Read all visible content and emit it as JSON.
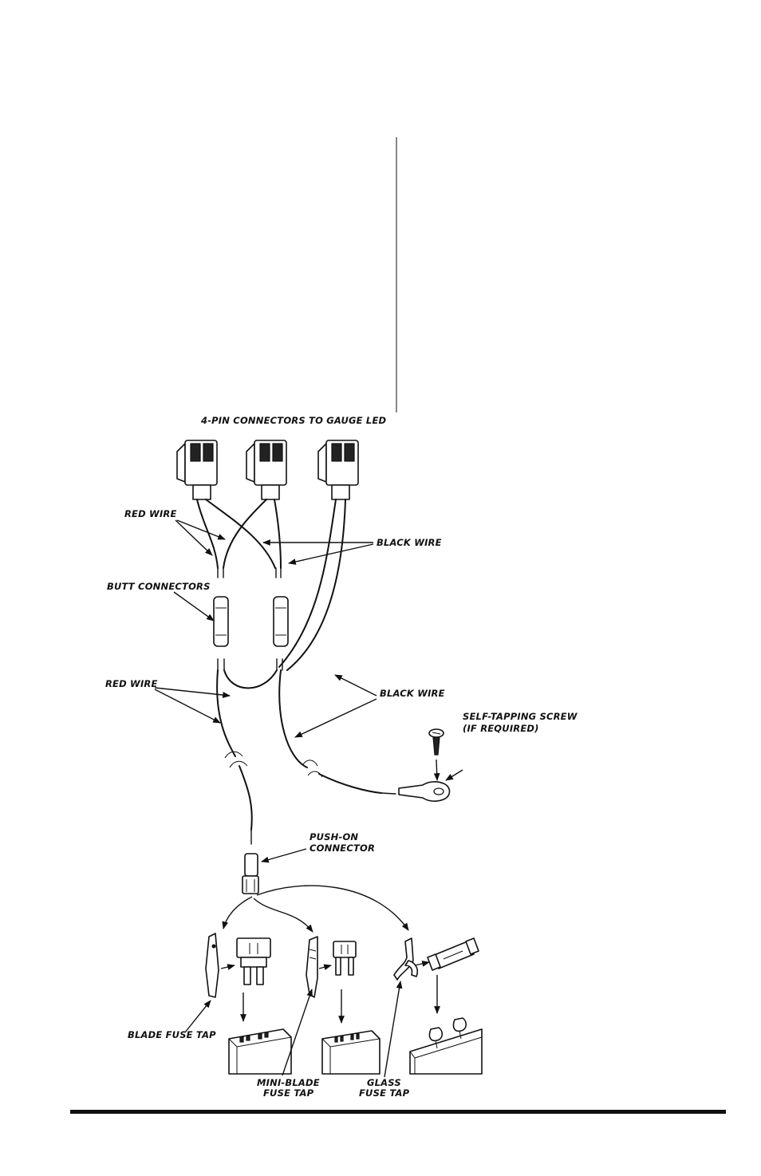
{
  "labels": {
    "four_pin": "4-PIN CONNECTORS TO GAUGE LED",
    "red_wire_top": "RED WIRE",
    "black_wire_top": "BLACK WIRE",
    "butt_connectors": "BUTT CONNECTORS",
    "red_wire_mid": "RED WIRE",
    "black_wire_mid": "BLACK WIRE",
    "screw_line1": "SELF-TAPPING SCREW",
    "screw_line2": "(IF REQUIRED)",
    "push_on_line1": "PUSH-ON",
    "push_on_line2": "CONNECTOR",
    "blade_fuse_tap": "BLADE FUSE TAP",
    "mini_blade_line1": "MINI-BLADE",
    "mini_blade_line2": "FUSE TAP",
    "glass_line1": "GLASS",
    "glass_line2": "FUSE TAP"
  },
  "colors": {
    "ink": "#111111",
    "background": "#ffffff"
  }
}
